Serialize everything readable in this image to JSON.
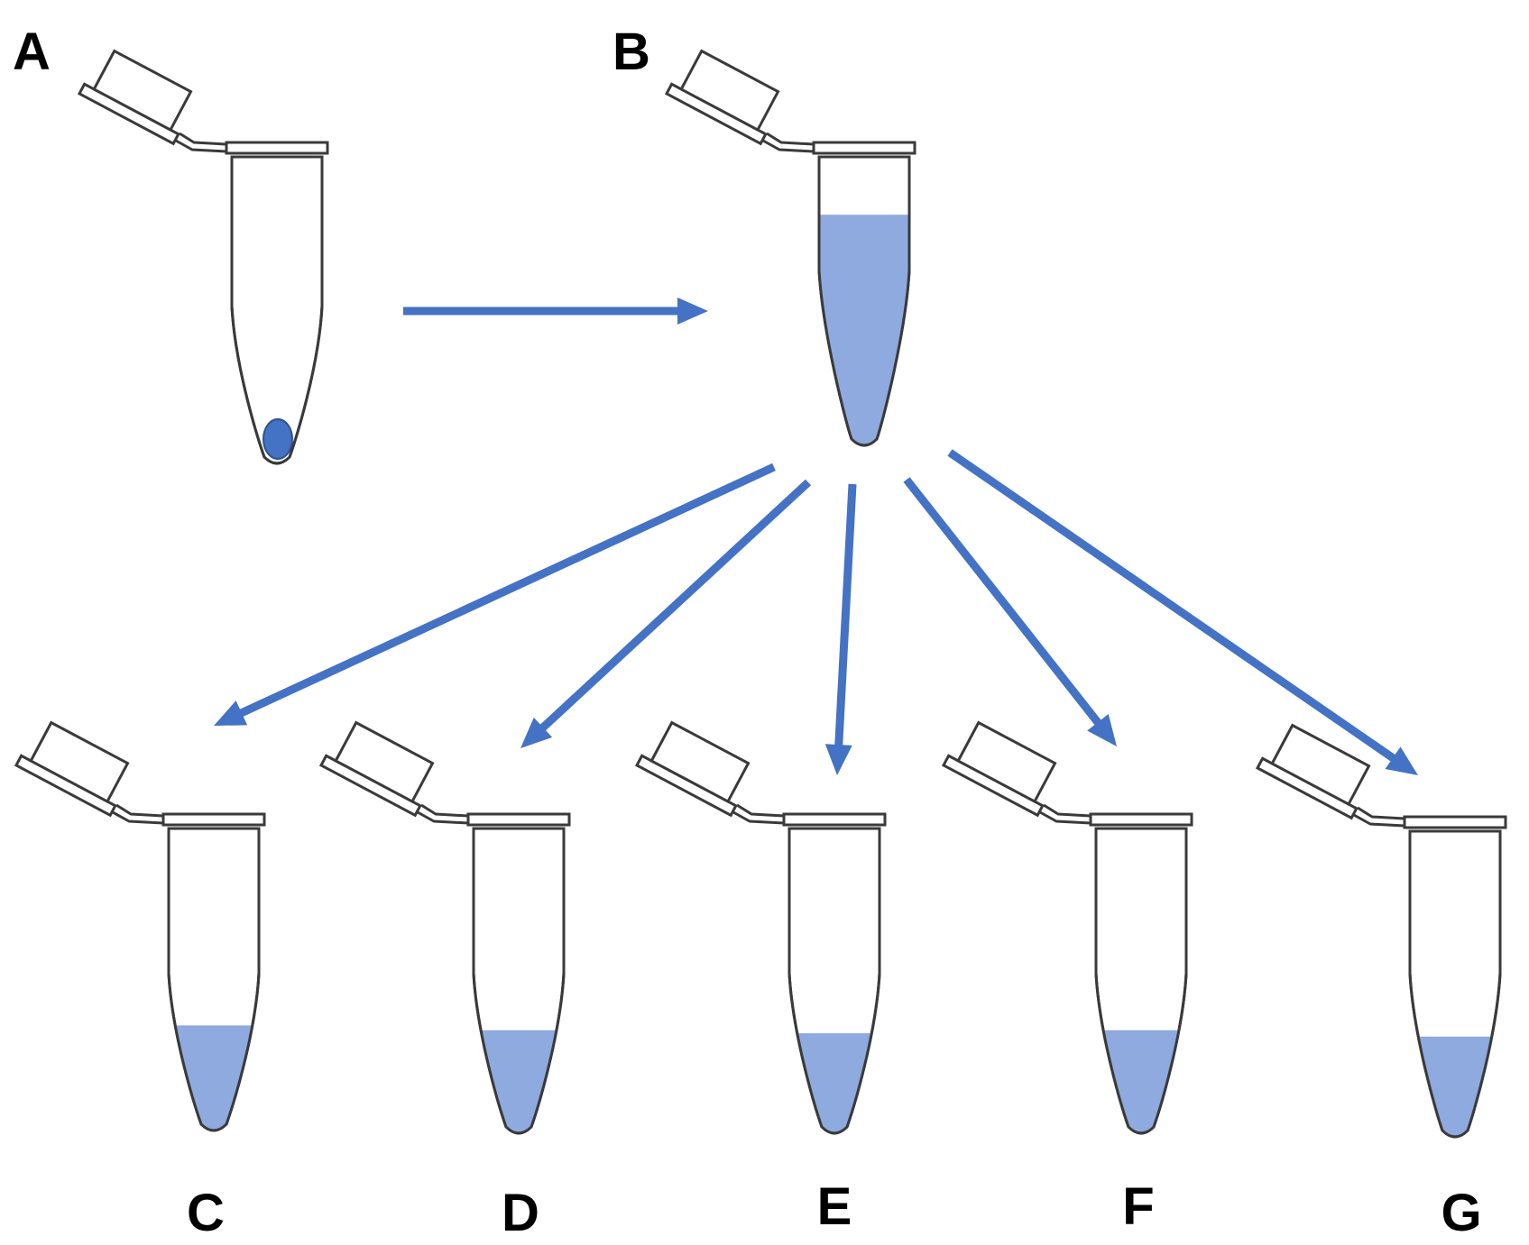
{
  "colors": {
    "arrow": "#4472c4",
    "liquid": "#8eaadf",
    "pellet": "#4472c4",
    "outline": "#3a3a3a"
  },
  "tubes": [
    {
      "id": "a",
      "label": "A",
      "content": "pellet"
    },
    {
      "id": "b",
      "label": "B",
      "content": "liquid",
      "fill_level": 0.8
    },
    {
      "id": "c",
      "label": "C",
      "content": "liquid",
      "fill_level": 0.35
    },
    {
      "id": "d",
      "label": "D",
      "content": "liquid",
      "fill_level": 0.34
    },
    {
      "id": "e",
      "label": "E",
      "content": "liquid",
      "fill_level": 0.33
    },
    {
      "id": "f",
      "label": "F",
      "content": "liquid",
      "fill_level": 0.34
    },
    {
      "id": "g",
      "label": "G",
      "content": "liquid",
      "fill_level": 0.33
    }
  ],
  "arrows": [
    {
      "id": "a-to-b",
      "from": "A",
      "to": "B"
    },
    {
      "id": "b-to-c",
      "from": "B",
      "to": "C"
    },
    {
      "id": "b-to-d",
      "from": "B",
      "to": "D"
    },
    {
      "id": "b-to-e",
      "from": "B",
      "to": "E"
    },
    {
      "id": "b-to-f",
      "from": "B",
      "to": "F"
    },
    {
      "id": "b-to-g",
      "from": "B",
      "to": "G"
    }
  ]
}
